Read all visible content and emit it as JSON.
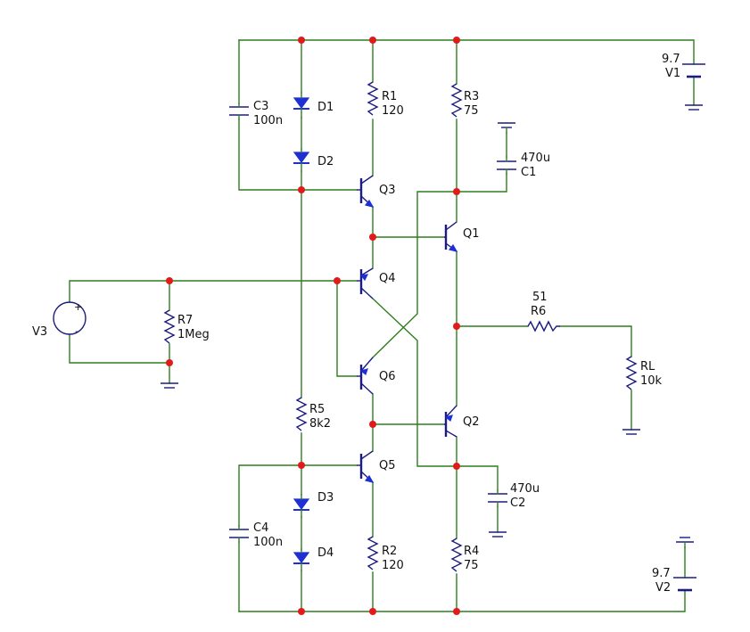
{
  "components": {
    "R1": {
      "name": "R1",
      "value": "120"
    },
    "R2": {
      "name": "R2",
      "value": "120"
    },
    "R3": {
      "name": "R3",
      "value": "75"
    },
    "R4": {
      "name": "R4",
      "value": "75"
    },
    "R5": {
      "name": "R5",
      "value": "8k2"
    },
    "R6": {
      "name": "R6",
      "value": "51"
    },
    "R7": {
      "name": "R7",
      "value": "1Meg"
    },
    "RL": {
      "name": "RL",
      "value": "10k"
    },
    "C1": {
      "name": "C1",
      "value": "470u"
    },
    "C2": {
      "name": "C2",
      "value": "470u"
    },
    "C3": {
      "name": "C3",
      "value": "100n"
    },
    "C4": {
      "name": "C4",
      "value": "100n"
    },
    "D1": {
      "name": "D1"
    },
    "D2": {
      "name": "D2"
    },
    "D3": {
      "name": "D3"
    },
    "D4": {
      "name": "D4"
    },
    "Q1": {
      "name": "Q1"
    },
    "Q2": {
      "name": "Q2"
    },
    "Q3": {
      "name": "Q3"
    },
    "Q4": {
      "name": "Q4"
    },
    "Q5": {
      "name": "Q5"
    },
    "Q6": {
      "name": "Q6"
    },
    "V1": {
      "name": "V1",
      "value": "9.7"
    },
    "V2": {
      "name": "V2",
      "value": "9.7"
    },
    "V3": {
      "name": "V3"
    }
  },
  "symbols": {
    "plus": "+",
    "minus": "-"
  },
  "colors": {
    "wire": "#2e7d1e",
    "component": "#1b1b80",
    "diode": "#1f2fd6",
    "node": "#e11a1a",
    "label": "#111111"
  }
}
